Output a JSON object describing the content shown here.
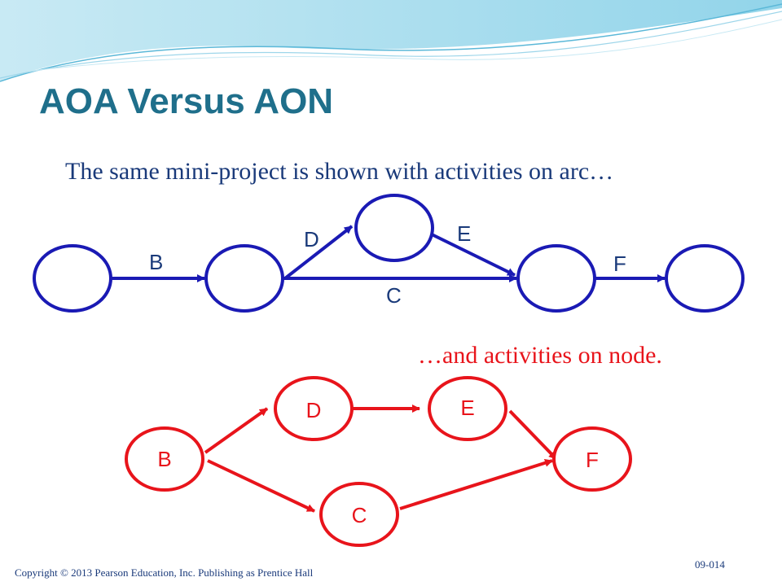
{
  "slide": {
    "title": "AOA Versus AON",
    "aoa_caption": "The same mini-project is shown with activities on arc…",
    "aon_caption": "…and activities on node.",
    "footer": "Copyright © 2013 Pearson Education, Inc. Publishing as Prentice Hall",
    "slide_number": "09-014"
  },
  "colors": {
    "title": "#1f6f8b",
    "aoa": "#1a1ab4",
    "aoa_text": "#1a3a7a",
    "aon": "#e8141b"
  },
  "aoa_diagram": {
    "arc_labels": {
      "B": "B",
      "C": "C",
      "D": "D",
      "E": "E",
      "F": "F"
    }
  },
  "aon_diagram": {
    "node_labels": {
      "B": "B",
      "C": "C",
      "D": "D",
      "E": "E",
      "F": "F"
    }
  }
}
